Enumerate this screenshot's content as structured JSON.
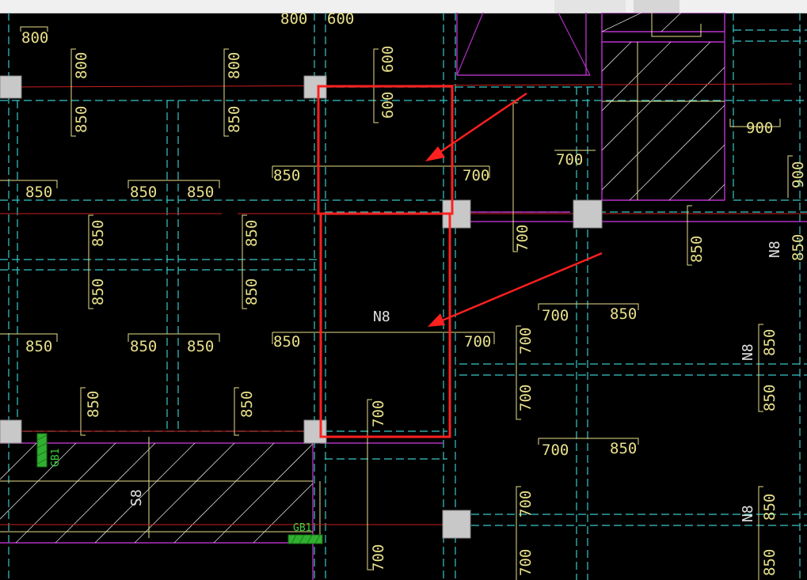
{
  "window": {
    "menubar": ""
  },
  "dimensions": {
    "top_left_800": "800",
    "top_800_a": "800",
    "top_600_a": "600",
    "v_800_a": "800",
    "v_850_a": "850",
    "v_800_b": "800",
    "v_850_b": "850",
    "v_600_top": "600",
    "v_600_mid": "600",
    "h_850_1": "850",
    "h_850_2": "850",
    "h_850_3": "850",
    "h_850_4": "850",
    "h_700_1": "700",
    "h_700_2": "700",
    "h_900": "900",
    "v_850_c": "850",
    "v_850_d": "850",
    "v_850_e": "850",
    "v_850_f": "850",
    "v_700_a": "700",
    "v_850_g": "850",
    "v_900_r": "900",
    "v_850_r": "850",
    "h_850_5": "850",
    "h_850_6": "850",
    "h_850_7": "850",
    "h_850_8": "850",
    "h_700_3": "700",
    "h_700_4": "700",
    "h_850_9": "850",
    "v_700_b": "700",
    "v_700_c": "700",
    "v_850_h": "850",
    "v_850_i": "850",
    "v_850_j": "850",
    "v_850_k": "850",
    "v_700_d": "700",
    "h_700_5": "700",
    "h_850_10": "850",
    "v_700_e": "700",
    "v_700_f": "700",
    "v_850_l": "850",
    "v_850_m": "850",
    "v_700_g": "700"
  },
  "labels": {
    "n8_center": "N8",
    "n8_right_1": "N8",
    "n8_right_2": "N8",
    "n8_right_3": "N8",
    "s8": "S8",
    "gb1_a": "GB1",
    "gb1_b": "GB1"
  },
  "colors": {
    "background": "#000000",
    "grid_cyan": "#38c8c8",
    "beam_magenta": "#b030c0",
    "dim_yellow": "#e8e08a",
    "axis_red": "#c81e1e",
    "column_gray": "#c8c8c8",
    "highlight_red": "#ff2020",
    "gb_green": "#30b030"
  }
}
